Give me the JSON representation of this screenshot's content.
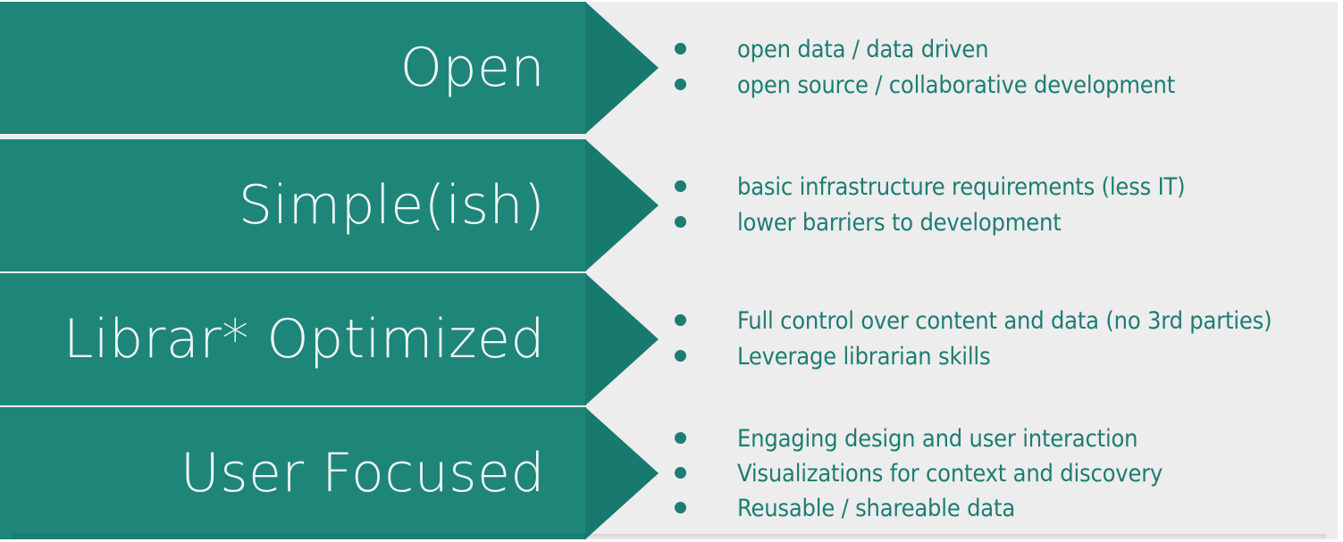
{
  "colors": {
    "chevron_body": "#1e8579",
    "chevron_head": "#187a6e",
    "panel_bg": "#ededed",
    "bullet_text": "#1d7d72",
    "chevron_label": "#f2f7f6"
  },
  "rows": [
    {
      "label": "Open",
      "bullets": [
        "open data / data driven",
        "open source / collaborative development"
      ]
    },
    {
      "label": "Simple(ish)",
      "bullets": [
        "basic infrastructure requirements (less IT)",
        "lower barriers to development"
      ]
    },
    {
      "label": "Librar* Optimized",
      "bullets": [
        "Full control over content and data (no 3rd parties)",
        "Leverage librarian skills"
      ]
    },
    {
      "label": "User Focused",
      "bullets": [
        "Engaging design and user interaction",
        "Visualizations for context and discovery",
        "Reusable / shareable data"
      ]
    }
  ]
}
